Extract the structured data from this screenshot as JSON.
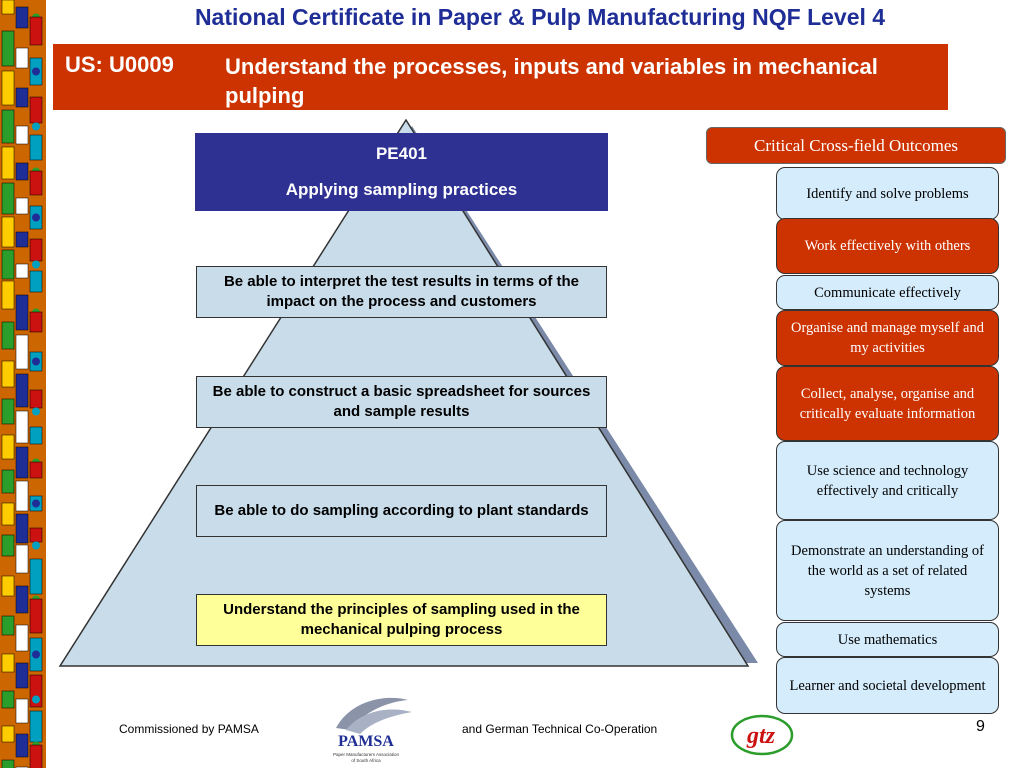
{
  "header": {
    "title": "National Certificate in Paper & Pulp Manufacturing NQF Level 4",
    "unit_code": "US: U0009",
    "unit_description": "Understand the processes, inputs and variables in mechanical pulping"
  },
  "pyramid": {
    "top_code": "PE401",
    "top_title": "Applying sampling practices",
    "levels": [
      "Be able to interpret the test results in terms of the impact on the process and customers",
      "Be able to construct a basic spreadsheet for sources and sample results",
      "Be able to do sampling  according to plant standards",
      "Understand the principles of sampling used in the mechanical pulping process"
    ]
  },
  "outcomes": {
    "header": "Critical Cross-field Outcomes",
    "items": [
      "Identify and solve problems",
      "Work effectively with others",
      "Communicate effectively",
      "Organise and manage myself and my activities",
      "Collect, analyse, organise and critically evaluate information",
      "Use science and technology effectively and critically",
      "Demonstrate an understanding of the world as a set of related systems",
      "Use mathematics",
      "Learner and societal development"
    ]
  },
  "footer": {
    "commissioned": "Commissioned by PAMSA",
    "cooperation": "and German Technical Co-Operation",
    "page_number": "9",
    "pamsa_logo_text": "PAMSA",
    "pamsa_logo_subtext": "Paper Manufacturers Association of South Africa",
    "gtz_logo_text": "gtz"
  },
  "colors": {
    "title_blue": "#1f2e96",
    "banner_red": "#cc3300",
    "pe_blue": "#2e3192",
    "pyramid_fill": "#c8dcea",
    "highlight_yellow": "#ffff99",
    "outcome_light": "#d4ecfb"
  }
}
